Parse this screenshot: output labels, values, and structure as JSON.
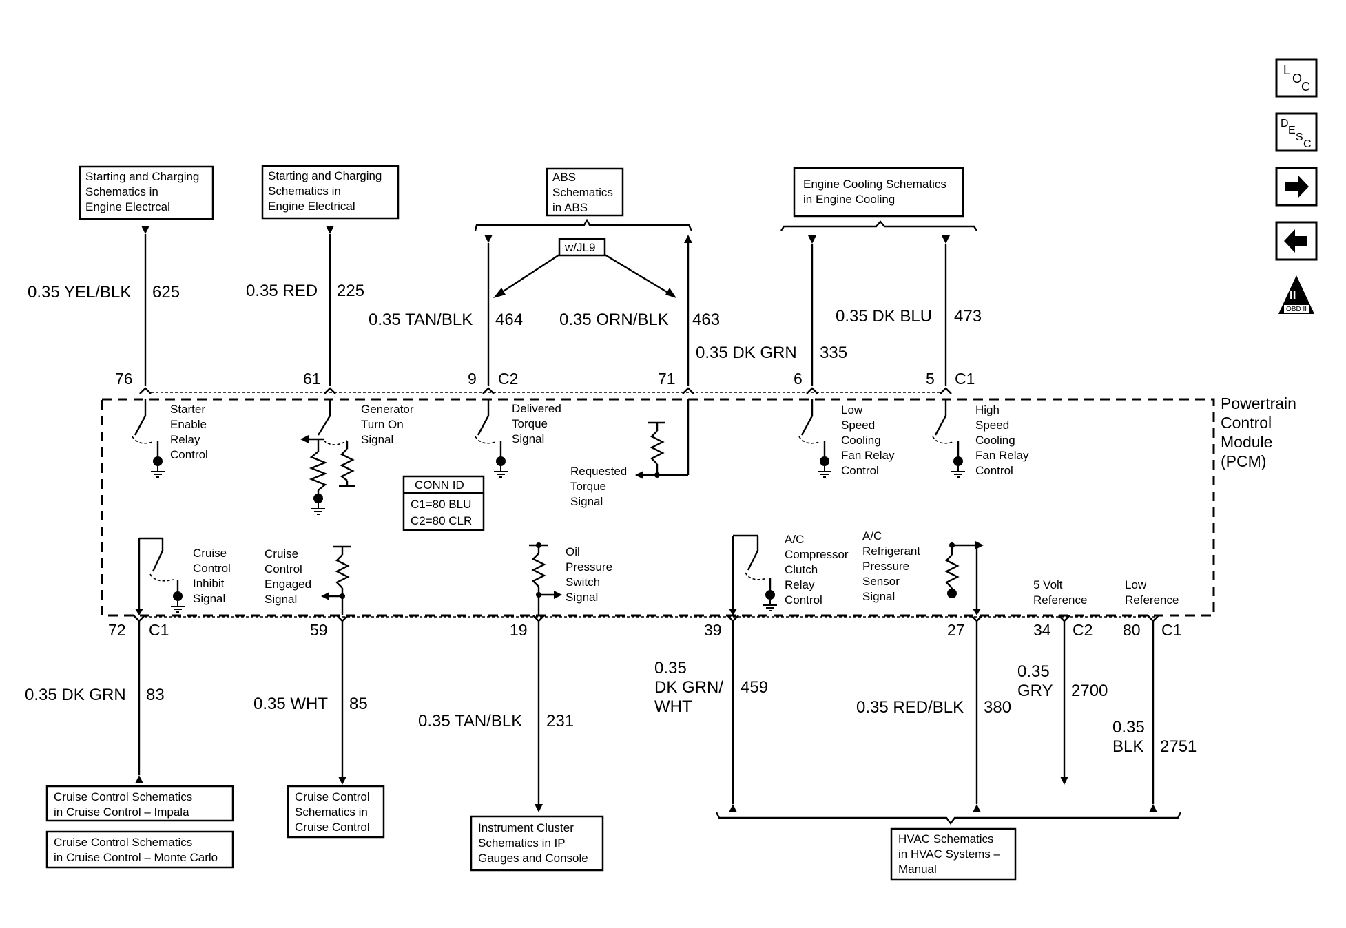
{
  "nav": {
    "loc": [
      "L",
      "O",
      "C"
    ],
    "desc": [
      "D",
      "E",
      "S",
      "C"
    ],
    "obd": {
      "roman": "II",
      "label": "OBD II"
    }
  },
  "refs": {
    "start_charge_1": [
      "Starting and Charging",
      "Schematics in",
      "Engine Electrcal"
    ],
    "start_charge_2": [
      "Starting and Charging",
      "Schematics in",
      "Engine Electrical"
    ],
    "abs": [
      "ABS",
      "Schematics",
      "in ABS"
    ],
    "engine_cooling": [
      "Engine Cooling Schematics",
      "in Engine Cooling"
    ],
    "option": "w/JL9",
    "cruise_impala": [
      "Cruise Control Schematics",
      "in Cruise Control – Impala"
    ],
    "cruise_monte": [
      "Cruise Control Schematics",
      "in Cruise Control – Monte Carlo"
    ],
    "cruise_control": [
      "Cruise Control",
      "Schematics in",
      "Cruise Control"
    ],
    "instrument": [
      "Instrument Cluster",
      "Schematics in IP",
      "Gauges and Console"
    ],
    "hvac": [
      "HVAC Schematics",
      "in HVAC Systems –",
      "Manual"
    ]
  },
  "wires_top": {
    "w625": {
      "gauge_color": "0.35 YEL/BLK",
      "circuit": "625",
      "pin": "76"
    },
    "w225": {
      "gauge_color": "0.35 RED",
      "circuit": "225",
      "pin": "61"
    },
    "w464": {
      "gauge_color": "0.35 TAN/BLK",
      "circuit": "464",
      "pin": "9",
      "connector": "C2"
    },
    "w463": {
      "gauge_color": "0.35 ORN/BLK",
      "circuit": "463",
      "pin": "71"
    },
    "w335": {
      "gauge_color": "0.35 DK GRN",
      "circuit": "335",
      "pin": "6"
    },
    "w473": {
      "gauge_color": "0.35 DK BLU",
      "circuit": "473",
      "pin": "5",
      "connector": "C1"
    }
  },
  "wires_bottom": {
    "w83": {
      "gauge_color": "0.35 DK GRN",
      "circuit": "83",
      "pin": "72",
      "connector": "C1"
    },
    "w85": {
      "gauge_color": "0.35 WHT",
      "circuit": "85",
      "pin": "59"
    },
    "w231": {
      "gauge_color": "0.35 TAN/BLK",
      "circuit": "231",
      "pin": "19"
    },
    "w459": {
      "gauge": "0.35",
      "color_lines": [
        "DK GRN/",
        "WHT"
      ],
      "circuit": "459",
      "pin": "39"
    },
    "w380": {
      "gauge_color": "0.35 RED/BLK",
      "circuit": "380",
      "pin": "27"
    },
    "w2700": {
      "gauge": "0.35",
      "color": "GRY",
      "circuit": "2700",
      "pin": "34",
      "connector": "C2"
    },
    "w2751": {
      "gauge": "0.35",
      "color": "BLK",
      "circuit": "2751",
      "pin": "80",
      "connector": "C1"
    }
  },
  "pcm": {
    "label": [
      "Powertrain",
      "Control",
      "Module",
      "(PCM)"
    ],
    "conn_id": {
      "title": "CONN ID",
      "c1": "C1=80 BLU",
      "c2": "C2=80 CLR"
    }
  },
  "signals": {
    "starter": [
      "Starter",
      "Enable",
      "Relay",
      "Control"
    ],
    "generator": [
      "Generator",
      "Turn On",
      "Signal"
    ],
    "delivered": [
      "Delivered",
      "Torque",
      "Signal"
    ],
    "requested": [
      "Requested",
      "Torque",
      "Signal"
    ],
    "low_speed": [
      "Low",
      "Speed",
      "Cooling",
      "Fan Relay",
      "Control"
    ],
    "high_speed": [
      "High",
      "Speed",
      "Cooling",
      "Fan Relay",
      "Control"
    ],
    "cruise_inhibit": [
      "Cruise",
      "Control",
      "Inhibit",
      "Signal"
    ],
    "cruise_engaged": [
      "Cruise",
      "Control",
      "Engaged",
      "Signal"
    ],
    "oil": [
      "Oil",
      "Pressure",
      "Switch",
      "Signal"
    ],
    "ac_clutch": [
      "A/C",
      "Compressor",
      "Clutch",
      "Relay",
      "Control"
    ],
    "ac_pressure": [
      "A/C",
      "Refrigerant",
      "Pressure",
      "Sensor",
      "Signal"
    ],
    "five_volt": [
      "5 Volt",
      "Reference"
    ],
    "low_ref": [
      "Low",
      "Reference"
    ]
  }
}
